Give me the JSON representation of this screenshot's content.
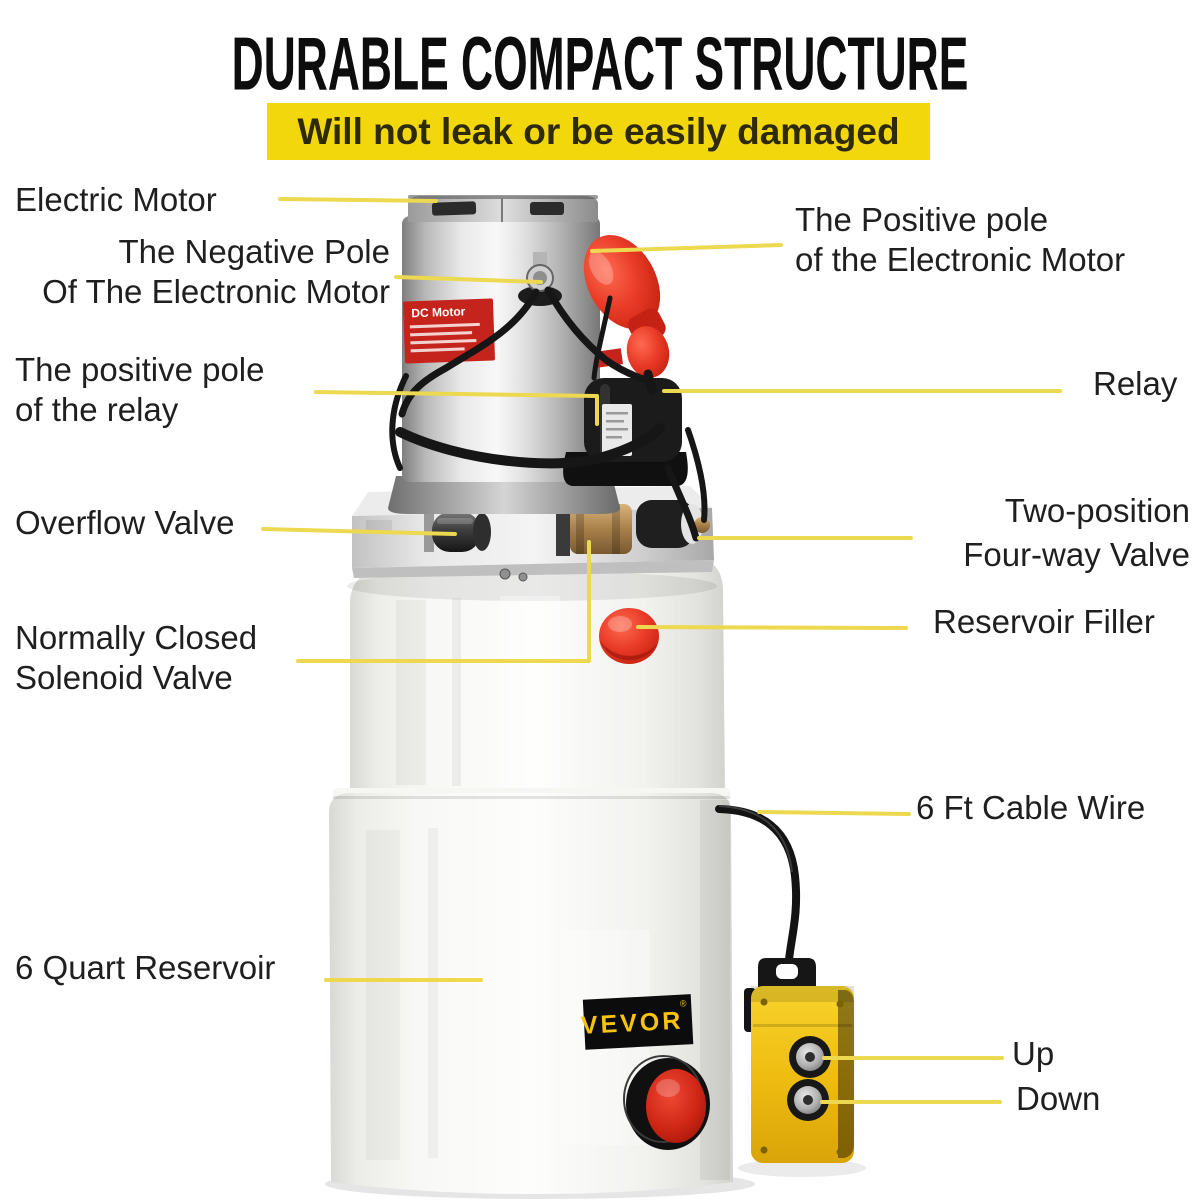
{
  "header": {
    "title": "DURABLE COMPACT STRUCTURE",
    "banner": "Will not leak or be easily damaged"
  },
  "labels": {
    "electric_motor": "Electric Motor",
    "negative_pole_line1": "The Negative Pole",
    "negative_pole_line2": "Of The Electronic Motor",
    "positive_pole_motor_line1": "The Positive pole",
    "positive_pole_motor_line2": "of the Electronic Motor",
    "positive_pole_relay_line1": "The positive pole",
    "positive_pole_relay_line2": "of the relay",
    "relay": "Relay",
    "overflow_valve": "Overflow Valve",
    "two_position_line1": "Two-position",
    "two_position_line2": "Four-way Valve",
    "normally_closed_line1": "Normally Closed",
    "normally_closed_line2": "Solenoid Valve",
    "reservoir_filler": "Reservoir Filler",
    "cable_wire": "6 Ft Cable Wire",
    "quart_reservoir": "6 Quart Reservoir",
    "up": "Up",
    "down": "Down"
  },
  "product": {
    "brand": "VEVOR",
    "brand_mark": "®",
    "motor_label": "DC Motor"
  },
  "colors": {
    "banner_yellow": "#F3D70D",
    "leader_line": "#EDD94F",
    "label_text": "#1F1F1F",
    "cap_red": "#D7281A",
    "pendant_yellow": "#F0C419"
  }
}
